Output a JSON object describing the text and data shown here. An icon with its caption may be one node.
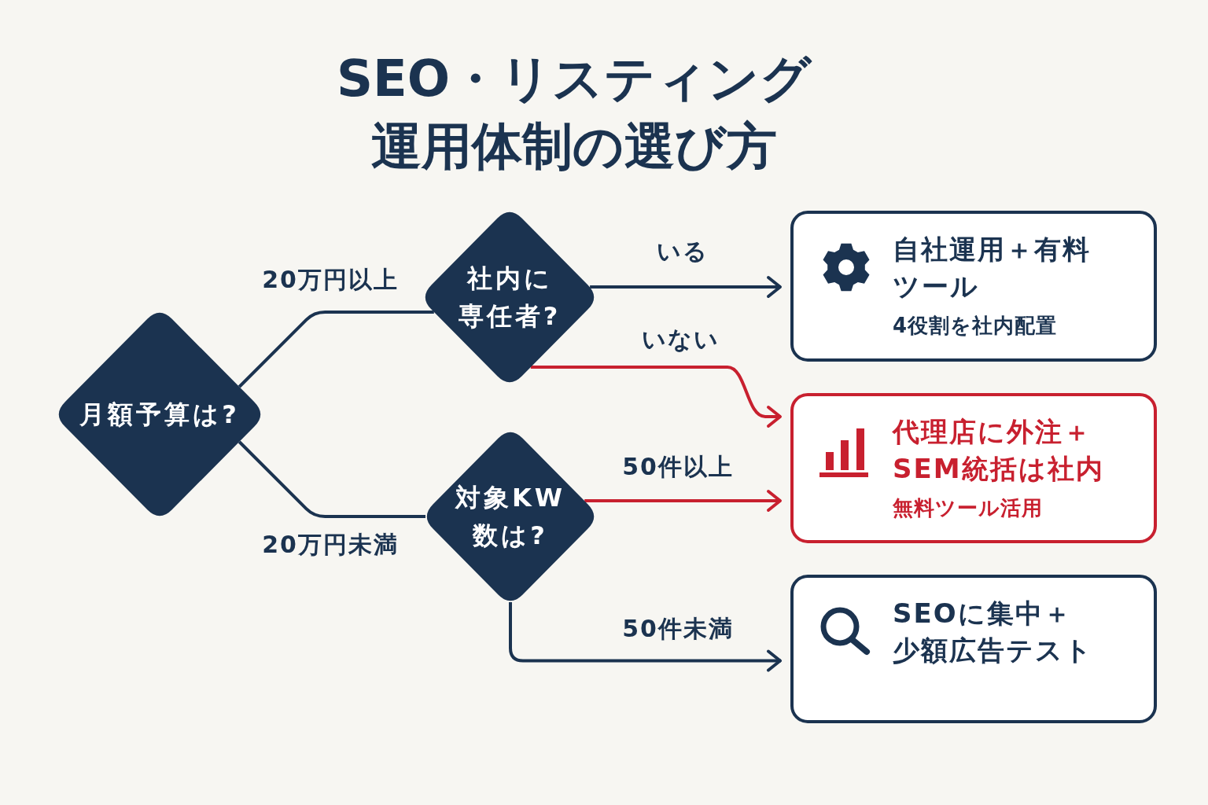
{
  "diagram": {
    "title": "SEO・リスティング運用体制の選び方",
    "nodes": [
      {
        "text": [
          "月額予算は?"
        ]
      },
      {
        "text": [
          "社内に専任者?"
        ]
      },
      {
        "text": [
          "対象KW数は?"
        ]
      },
      {
        "text": [
          "自社運用＋有料ツール",
          "4役割を社内配置"
        ]
      },
      {
        "text": [
          "代理店に外注＋SEM統括は社内",
          "無料ツール活用"
        ]
      },
      {
        "text": [
          "SEOに集中＋少額広告テスト"
        ]
      }
    ],
    "edges": [
      {
        "from": 0,
        "to": 1,
        "arrow": "none",
        "label": "20万円以上"
      },
      {
        "from": 0,
        "to": 2,
        "arrow": "none",
        "label": "20万円未満"
      },
      {
        "from": 1,
        "to": 3,
        "arrow": "to",
        "label": "いる"
      },
      {
        "from": 1,
        "to": 4,
        "arrow": "to",
        "label": "いない",
        "color": "#c8202f"
      },
      {
        "from": 2,
        "to": 4,
        "arrow": "to",
        "label": "50件以上",
        "color": "#c8202f"
      },
      {
        "from": 2,
        "to": 5,
        "arrow": "to",
        "label": "50件未満"
      }
    ]
  }
}
